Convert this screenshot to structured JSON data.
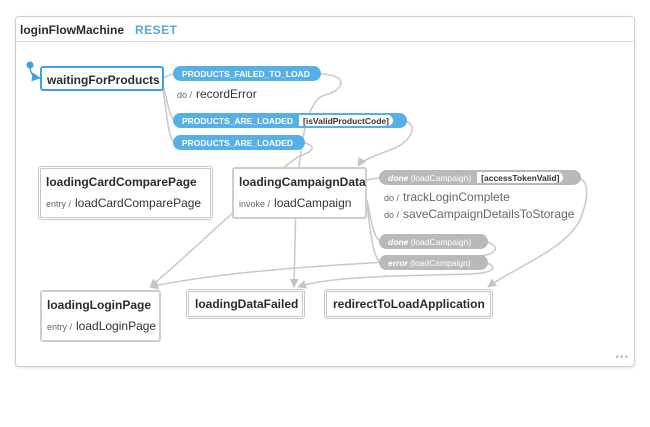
{
  "machine": {
    "title": "loginFlowMachine",
    "reset_label": "RESET",
    "corner_dots": "•••"
  },
  "states": {
    "waitingForProducts": {
      "name": "waitingForProducts"
    },
    "loadingCardComparePage": {
      "name": "loadingCardComparePage",
      "action_key": "entry /",
      "action": "loadCardComparePage"
    },
    "loadingCampaignData": {
      "name": "loadingCampaignData",
      "action_key": "invoke /",
      "action": "loadCampaign"
    },
    "loadingLoginPage": {
      "name": "loadingLoginPage",
      "action_key": "entry /",
      "action": "loadLoginPage"
    },
    "loadingDataFailed": {
      "name": "loadingDataFailed"
    },
    "redirectToLoadApplication": {
      "name": "redirectToLoadApplication"
    }
  },
  "transitions": {
    "products_failed": {
      "event": "PRODUCTS_FAILED_TO_LOAD",
      "action_key": "do /",
      "action": "recordError"
    },
    "products_loaded_guarded": {
      "event": "PRODUCTS_ARE_LOADED",
      "guard": "[isValidProductCode]"
    },
    "products_loaded": {
      "event": "PRODUCTS_ARE_LOADED"
    },
    "done_guarded": {
      "event_prefix": "done",
      "event_suffix": "(loadCampaign)",
      "guard": "[accessTokenValid]",
      "action_key_1": "do /",
      "action_1": "trackLoginComplete",
      "action_key_2": "do /",
      "action_2": "saveCampaignDetailsToStorage"
    },
    "done": {
      "event_prefix": "done",
      "event_suffix": "(loadCampaign)"
    },
    "error": {
      "event_prefix": "error",
      "event_suffix": "(loadCampaign)"
    }
  },
  "colors": {
    "active": "#3fa1df",
    "event_active": "#56b0e6",
    "event_inactive": "#b9b9b9",
    "edge": "#c8c8c8",
    "reset": "#56a7e0"
  }
}
